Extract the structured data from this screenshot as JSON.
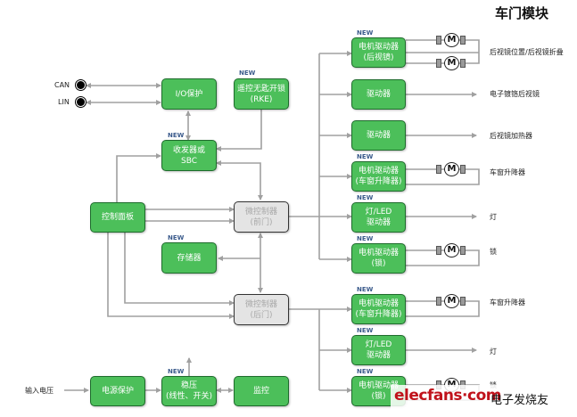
{
  "title": "车门模块",
  "colors": {
    "block_green": "#4cbf5a",
    "block_gray": "#e4e4e4",
    "wire": "#a0a0a0",
    "new_tag": "#3b5b8c",
    "watermark_red": "#c0121b"
  },
  "new_tag": "NEW",
  "ports": {
    "can": "CAN",
    "lin": "LIN"
  },
  "blocks": {
    "io_protection": "I/O保护",
    "rke": [
      "遥控无匙开锁",
      "(RKE)"
    ],
    "transceiver": [
      "收发器或",
      "SBC"
    ],
    "control_panel": "控制面板",
    "memory": "存储器",
    "mcu_front": [
      "微控制器",
      "(前门)"
    ],
    "mcu_rear": [
      "微控制器",
      "(后门)"
    ],
    "power_protection": "电源保护",
    "regulator": [
      "稳压",
      "(线性、开关)"
    ],
    "monitor": "监控",
    "motor_driver_mirror": [
      "电机驱动器",
      "(后视镜)"
    ],
    "driver_ec_mirror": "驱动器",
    "driver_heater": "驱动器",
    "motor_driver_window_front": [
      "电机驱动器",
      "(车窗升降器)"
    ],
    "led_driver_front": [
      "灯/LED",
      "驱动器"
    ],
    "motor_driver_lock_front": [
      "电机驱动器",
      "(锁)"
    ],
    "motor_driver_window_rear": [
      "电机驱动器",
      "(车窗升降器)"
    ],
    "led_driver_rear": [
      "灯/LED",
      "驱动器"
    ],
    "motor_driver_lock_rear": [
      "电机驱动器",
      "(锁)"
    ]
  },
  "outputs": {
    "mirror": "后视镜位置/后视镜折叠",
    "ec_mirror": "电子镀铬后视镜",
    "heater": "后视镜加热器",
    "window_front": "车窗升降器",
    "lamp_front": "灯",
    "lock_front": "锁",
    "window_rear": "车窗升降器",
    "lamp_rear": "灯",
    "lock_rear": "锁"
  },
  "input_voltage": "输入电压",
  "motor_symbol": "M",
  "watermark": {
    "en": "elecfans·com",
    "cn": "电子发烧友"
  }
}
